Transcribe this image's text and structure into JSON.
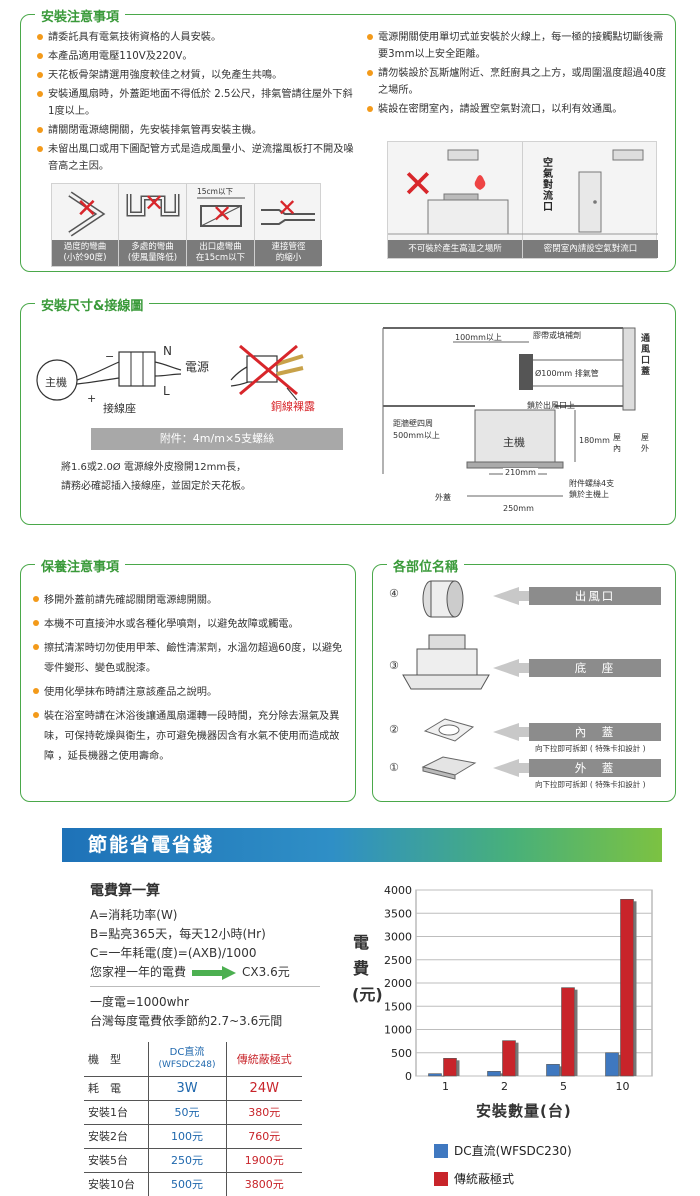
{
  "install_notes": {
    "title": "安裝注意事項",
    "left_items": [
      "請委託具有電氣技術資格的人員安裝。",
      "本產品適用電壓110V及220V。",
      "天花板骨架請選用強度較佳之材質，以免產生共鳴。",
      "安裝通風扇時，外蓋距地面不得低於 2.5公尺，排氣管請往屋外下斜1度以上。",
      "請關閉電源總開關，先安裝排氣管再安裝主機。",
      "未留出風口或用下圖配管方式是造成風量小、逆流擋風板打不開及噪音高之主因。"
    ],
    "right_items": [
      "電源開關使用單切式並安裝於火線上，每一極的接觸點切斷後需要3mm以上安全距離。",
      "請勿裝設於瓦斯爐附近、烹飪廚具之上方，或周圍溫度超過40度之場所。",
      "裝設在密閉室內，請設置空氣對流口，以利有效通風。"
    ],
    "pipe_captions": [
      [
        "過度的彎曲",
        "(小於90度)"
      ],
      [
        "多處的彎曲",
        "(使風量降低)"
      ],
      [
        "出口處彎曲",
        "在15cm以下"
      ],
      [
        "連接管徑",
        "的縮小"
      ]
    ],
    "pipe_dim_label": "15cm以下",
    "room_captions": [
      "不可裝於產生高溫之場所",
      "密閉室內請設空氣對流口"
    ],
    "room_air_label": "空氣對流口"
  },
  "wiring": {
    "title": "安裝尺寸&接線圖",
    "labels": {
      "main": "主機",
      "power": "電源",
      "terminal": "接線座",
      "n": "N",
      "l": "L",
      "minus": "−",
      "plus": "+",
      "bare": "銅線裸露"
    },
    "accessory": "附件：4m/m×5支螺絲",
    "desc": [
      "將1.6或2.0Ø 電源線外皮撥開12mm長，",
      "請務必確認插入接線座，並固定於天花板。"
    ],
    "dims": {
      "d1": "100mm以上",
      "tape": "膠帶或填補劑",
      "pipe": "Ø100mm 排氣管",
      "vent": "通風口蓋",
      "lock_vent": "鎖於出風口上",
      "wall": "距牆壁四周",
      "wall2": "500mm以上",
      "unit": "主機",
      "d180": "180mm",
      "indoor": "屋內",
      "outdoor": "屋外",
      "d210": "210mm",
      "screws": "附件螺絲4支",
      "screws2": "鎖於主機上",
      "cover": "外蓋",
      "d250": "250mm"
    }
  },
  "maintenance": {
    "title": "保養注意事項",
    "items": [
      "移開外蓋前請先確認關閉電源總開關。",
      "本機不可直接沖水或各種化學噴劑，以避免故障或觸電。",
      "擦拭清潔時切勿使用甲苯、鹼性清潔劑，水溫勿超過60度，以避免零件變形、變色或脫漆。",
      "使用化學抹布時請注意該產品之說明。",
      "裝在浴室時請在沐浴後讓通風扇運轉一段時間，充分除去濕氣及異味，可保持乾燥與衛生，亦可避免機器因含有水氣不使用而造成故障 ，延長機器之使用壽命。"
    ]
  },
  "parts": {
    "title": "各部位名稱",
    "items": [
      {
        "num": "④",
        "label": "出風口",
        "note": ""
      },
      {
        "num": "③",
        "label": "底　座",
        "note": ""
      },
      {
        "num": "②",
        "label": "內　蓋",
        "note": "向下拉即可拆卸 ( 特殊卡扣設計 )"
      },
      {
        "num": "①",
        "label": "外　蓋",
        "note": "向下拉即可拆卸 ( 特殊卡扣設計 )"
      }
    ]
  },
  "savings": {
    "banner": "節能省電省錢",
    "calc_title": "電費算一算",
    "lines": [
      "A=消耗功率(W)",
      "B=點亮365天，每天12小時(Hr)",
      "C=一年耗電(度)=(AXB)/1000"
    ],
    "result_prefix": "您家裡一年的電費",
    "result_value": "CX3.6元",
    "kwh_line": "一度電=1000whr",
    "tw_line": "台灣每度電費依季節約2.7~3.6元間",
    "table": {
      "head": [
        "機　型",
        "DC直流",
        "(WFSDC248)",
        "傳統蔽極式"
      ],
      "power": [
        "耗　電",
        "3W",
        "24W"
      ],
      "rows": [
        [
          "安裝1台",
          "50元",
          "380元"
        ],
        [
          "安裝2台",
          "100元",
          "760元"
        ],
        [
          "安裝5台",
          "250元",
          "1900元"
        ],
        [
          "安裝10台",
          "500元",
          "3800元"
        ]
      ]
    }
  },
  "chart_data": {
    "type": "bar",
    "categories": [
      "1",
      "2",
      "5",
      "10"
    ],
    "series": [
      {
        "name": "DC直流(WFSDC230)",
        "values": [
          50,
          100,
          250,
          500
        ],
        "color": "#3f78c0"
      },
      {
        "name": "傳統蔽極式",
        "values": [
          380,
          760,
          1900,
          3800
        ],
        "color": "#c8242a"
      }
    ],
    "xlabel": "安裝數量(台)",
    "ylabel": "電費(元)",
    "ylim": [
      0,
      4000
    ],
    "yticks": [
      0,
      500,
      1000,
      1500,
      2000,
      2500,
      3000,
      3500,
      4000
    ],
    "grid": true,
    "legend": "bottom"
  }
}
